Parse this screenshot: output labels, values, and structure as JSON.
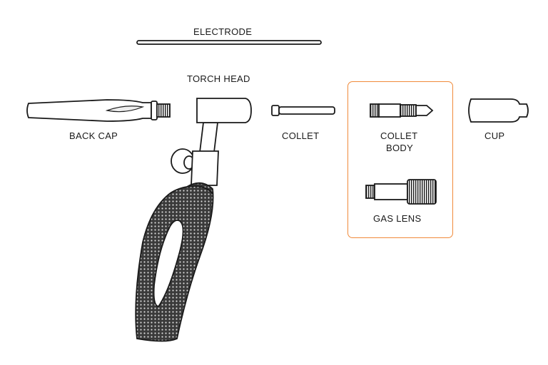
{
  "colors": {
    "highlight": "#f08a3a",
    "stroke": "#1a1a1a",
    "fill_light": "#ffffff",
    "grip_dark": "#2b2b2b"
  },
  "labels": {
    "electrode": "ELECTRODE",
    "torch_head": "TORCH HEAD",
    "back_cap": "BACK CAP",
    "collet": "COLLET",
    "collet_body_line1": "COLLET",
    "collet_body_line2": "BODY",
    "gas_lens": "GAS LENS",
    "cup": "CUP"
  }
}
